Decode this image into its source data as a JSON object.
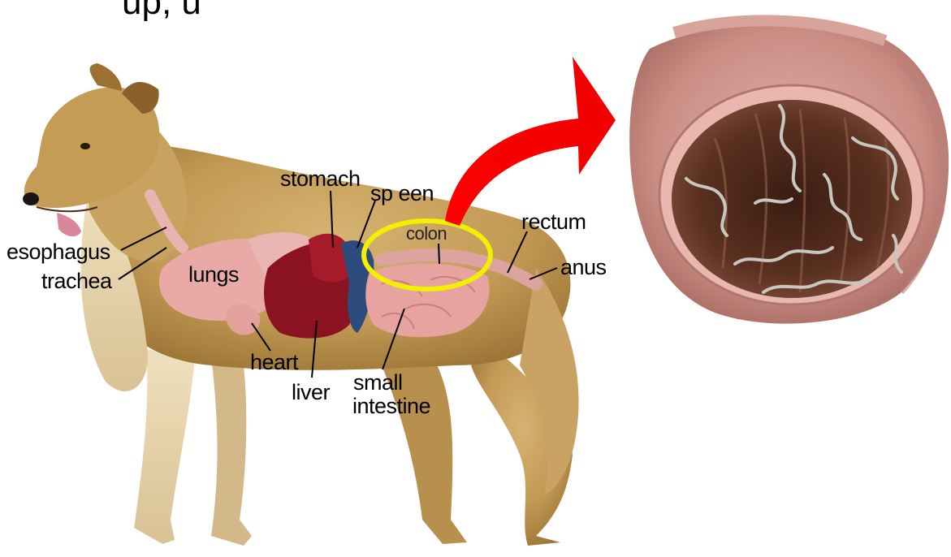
{
  "header_fragment": "up, u",
  "labels": {
    "stomach": "stomach",
    "spleen": "sp een",
    "colon": "colon",
    "rectum": "rectum",
    "esophagus": "esophagus",
    "trachea": "trachea",
    "lungs": "lungs",
    "anus": "anus",
    "heart": "heart",
    "liver": "liver",
    "small_line1": "small",
    "small_line2": "intestine"
  },
  "colors": {
    "highlight_ring": "#f2ef00",
    "arrow": "#ff0000",
    "dog_fur": "#c9a461",
    "liver_organ": "#8b1220",
    "spleen_organ": "#2e4b7d",
    "lungs_organ": "#e9a1a1",
    "colon_tissue": "#d49a95"
  },
  "icons": {
    "arrow": "red-curved-arrow",
    "worms": "worm-icon"
  }
}
